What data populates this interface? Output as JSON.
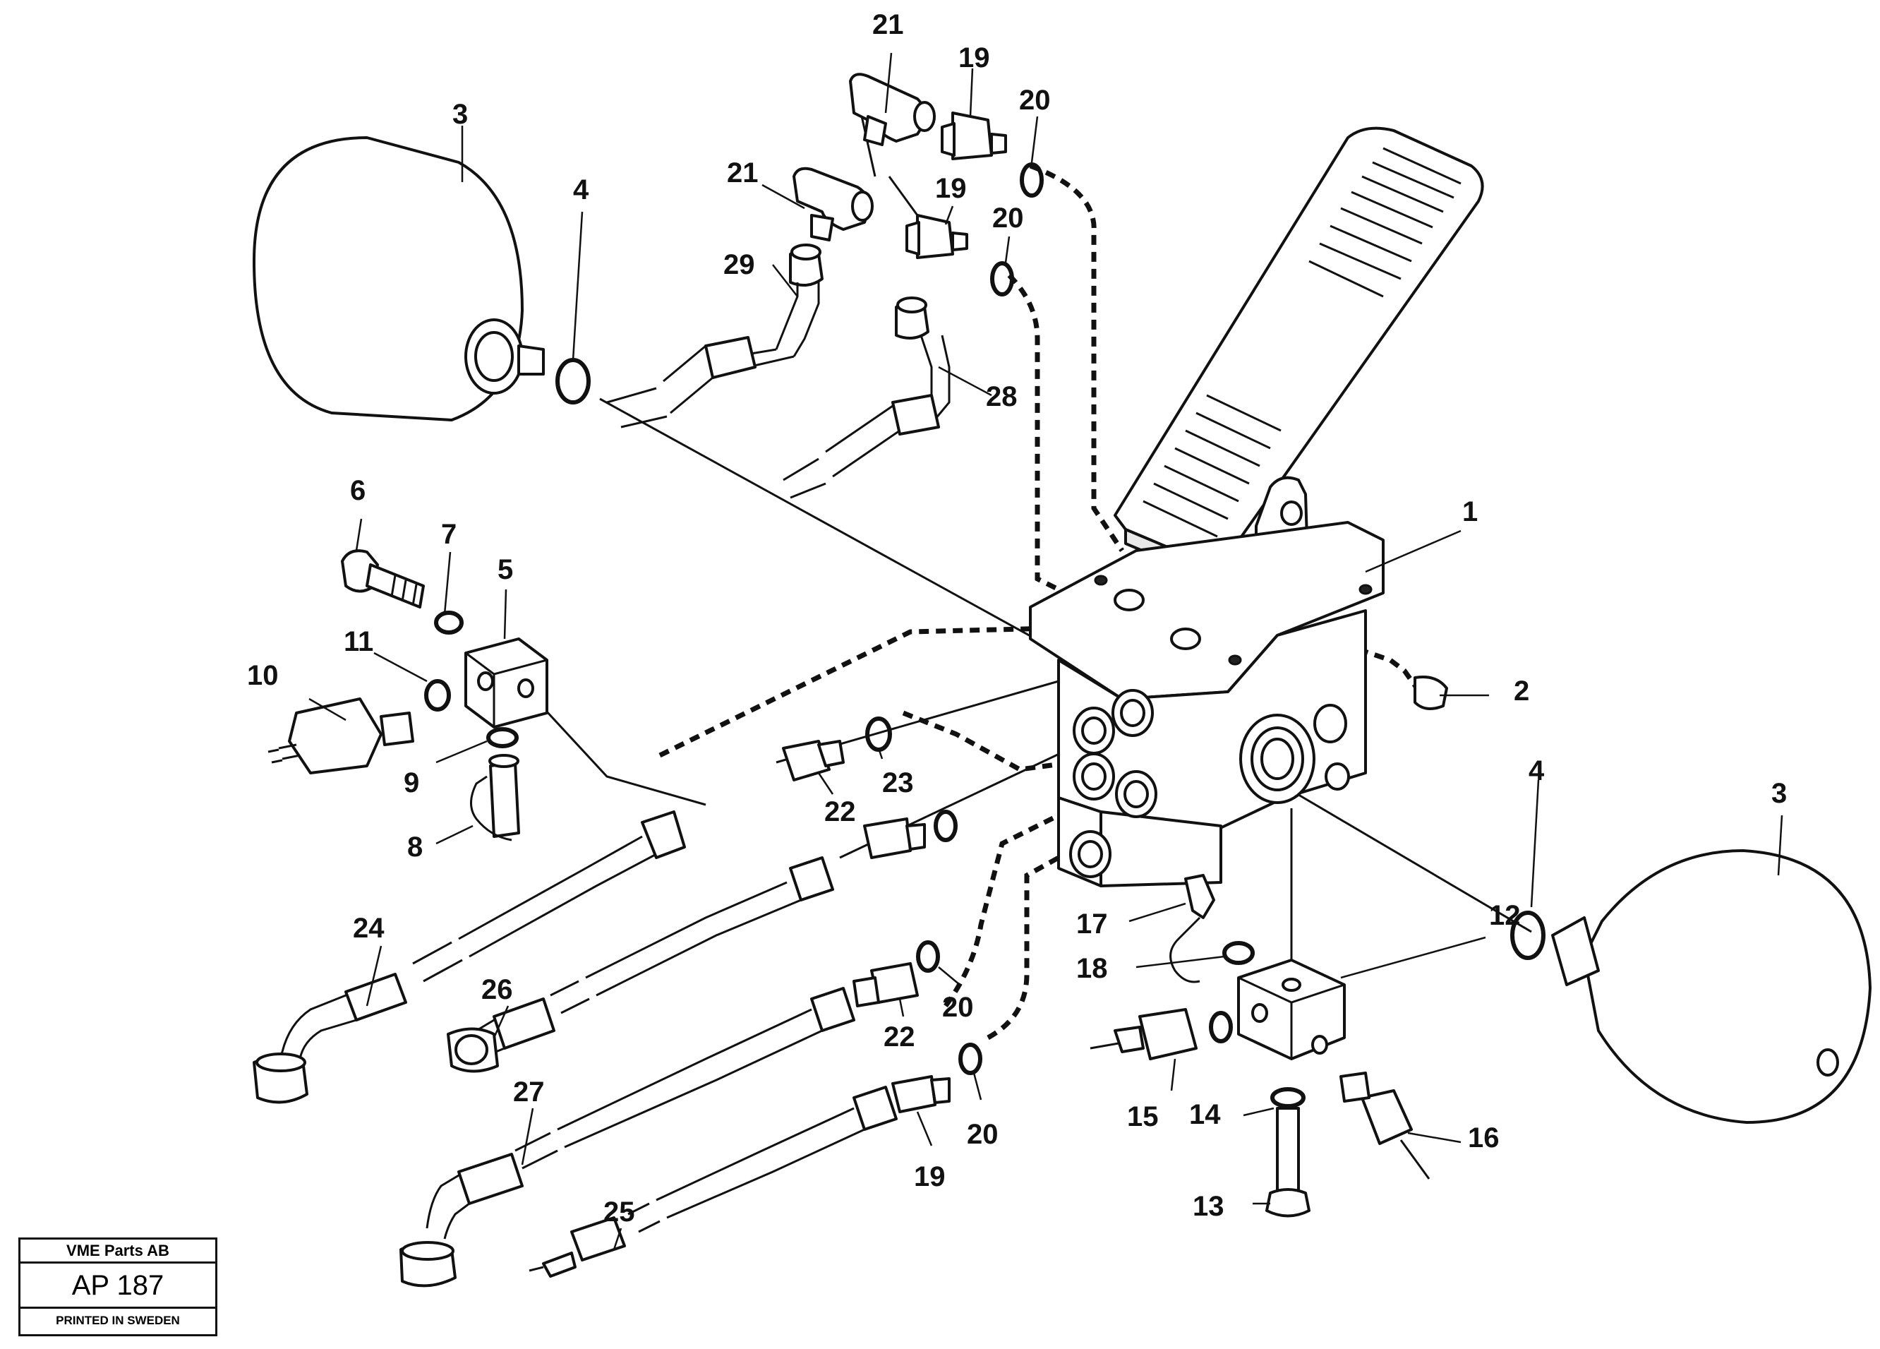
{
  "callouts": {
    "c1": "1",
    "c2": "2",
    "c3a": "3",
    "c3b": "3",
    "c4a": "4",
    "c4b": "4",
    "c5": "5",
    "c6": "6",
    "c7": "7",
    "c8": "8",
    "c9": "9",
    "c10": "10",
    "c11": "11",
    "c12": "12",
    "c13": "13",
    "c14": "14",
    "c15": "15",
    "c16": "16",
    "c17": "17",
    "c18": "18",
    "c19a": "19",
    "c19b": "19",
    "c19c": "19",
    "c20a": "20",
    "c20b": "20",
    "c20c": "20",
    "c20d": "20",
    "c21a": "21",
    "c21b": "21",
    "c22a": "22",
    "c22b": "22",
    "c23": "23",
    "c24": "24",
    "c25": "25",
    "c26": "26",
    "c27": "27",
    "c28": "28",
    "c29": "29"
  },
  "title_block": {
    "company": "VME Parts AB",
    "code": "AP 187",
    "printed": "PRINTED IN SWEDEN"
  }
}
